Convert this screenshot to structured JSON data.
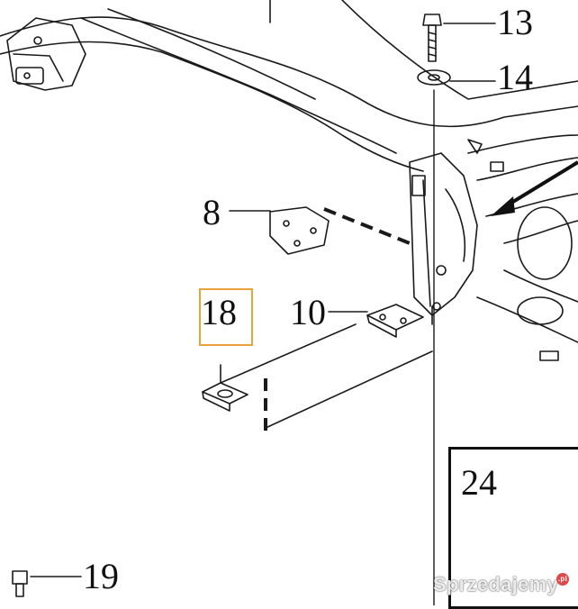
{
  "callouts": {
    "c8": "8",
    "c10": "10",
    "c13": "13",
    "c14": "14",
    "c18": "18",
    "c19": "19",
    "c24": "24"
  },
  "highlight_color": "#e8a33a",
  "watermark": {
    "text": "Sprzedajemy",
    "badge": ".pl"
  }
}
